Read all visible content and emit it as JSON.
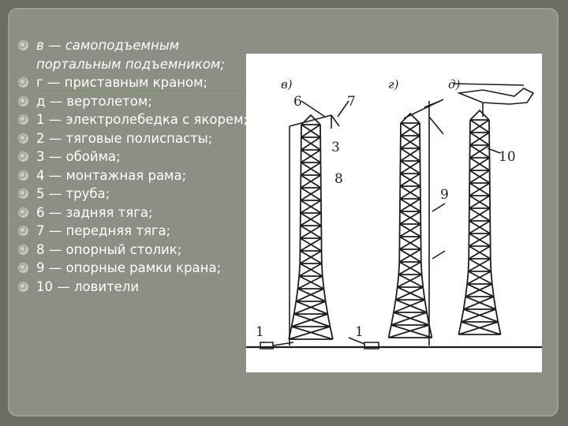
{
  "legend": [
    {
      "text": "в — самоподъемным портальным подъемником;",
      "italic_prefix": true
    },
    {
      "text": "г — приставным краном;",
      "italic_prefix": false
    },
    {
      "text": "д — вертолетом;",
      "italic_prefix": true
    },
    {
      "text": "1 — электролебедка с якорем;",
      "italic_prefix": false
    },
    {
      "text": "2 — тяговые полиспасты;",
      "italic_prefix": false
    },
    {
      "text": "3 — обойма;",
      "italic_prefix": false
    },
    {
      "text": "4 — монтажная рама;",
      "italic_prefix": false
    },
    {
      "text": "5 — труба;",
      "italic_prefix": false
    },
    {
      "text": "6 — задняя тяга;",
      "italic_prefix": false
    },
    {
      "text": "7 — передняя тяга;",
      "italic_prefix": false
    },
    {
      "text": "8 — опорный столик;",
      "italic_prefix": false
    },
    {
      "text": "9 — опорные рамки крана;",
      "italic_prefix": false
    },
    {
      "text": "10 — ловители",
      "italic_prefix": false
    }
  ],
  "figure": {
    "labels": {
      "v": "в)",
      "g": "г)",
      "d": "д)",
      "n1a": "1",
      "n1b": "1",
      "n3": "3",
      "n6": "6",
      "n7": "7",
      "n8": "8",
      "n9": "9",
      "n10": "10"
    },
    "colors": {
      "line": "#1e1e1e",
      "paper": "#ffffff"
    }
  }
}
